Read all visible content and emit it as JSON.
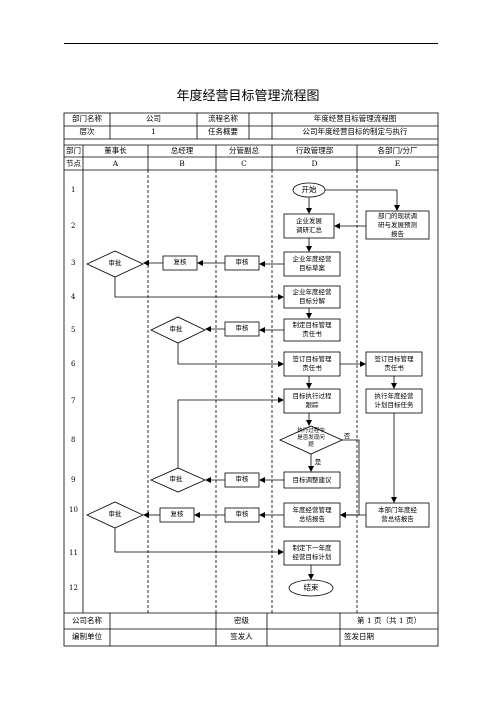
{
  "title": "年度经营目标管理流程图",
  "header": {
    "dept_label": "部门名称",
    "dept_value": "公司",
    "process_label": "流程名称",
    "process_value": "年度经营目标管理流程图",
    "level_label": "层次",
    "level_value": "1",
    "task_label": "任务概要",
    "task_value": "公司年度经营目标的制定与执行"
  },
  "columns": {
    "dept": "部门",
    "node": "节点",
    "lanes": [
      {
        "name": "董事长",
        "code": "A"
      },
      {
        "name": "总经理",
        "code": "B"
      },
      {
        "name": "分管副总",
        "code": "C"
      },
      {
        "name": "行政管理部",
        "code": "D"
      },
      {
        "name": "各部门/分厂",
        "code": "E"
      }
    ]
  },
  "rows": [
    "1",
    "2",
    "3",
    "4",
    "5",
    "6",
    "7",
    "8",
    "9",
    "10",
    "11",
    "12"
  ],
  "nodes": {
    "start": "开始",
    "survey": "企业发展\n调研汇总",
    "dept_report": "部门的现状调\n研与发展预测\n报告",
    "draft": "企业年度经营\n目标草案",
    "r3_review": "审核",
    "r3_recheck": "复核",
    "r3_approve": "审批",
    "decompose": "企业年度经营\n目标分解",
    "resp": "制定目标管理\n责任书",
    "r5_review": "审核",
    "r5_approve": "审批",
    "sign_d": "签订目标管理\n责任书",
    "sign_e": "签订目标管理\n责任书",
    "track": "目标执行过程\n跟踪",
    "execute": "执行年度经营\n计划目标任务",
    "decision": "执行过程中\n是否发现问\n题",
    "no_label": "否",
    "yes_label": "是",
    "adjust": "目标调整建议",
    "r9_review": "审核",
    "r9_approve": "审批",
    "summary_d": "年度经营管理\n总结报告",
    "summary_e": "本部门年度经\n营总结报告",
    "r10_review": "审核",
    "r10_recheck": "复核",
    "r10_approve": "审批",
    "next_plan": "制定下一年度\n经营目标计划",
    "end": "结束"
  },
  "footer": {
    "company_label": "公司名称",
    "secret_label": "密级",
    "page_text": "第 1 页（共 1 页）",
    "unit_label": "编制单位",
    "issuer_label": "签发人",
    "date_label": "签发日期"
  }
}
